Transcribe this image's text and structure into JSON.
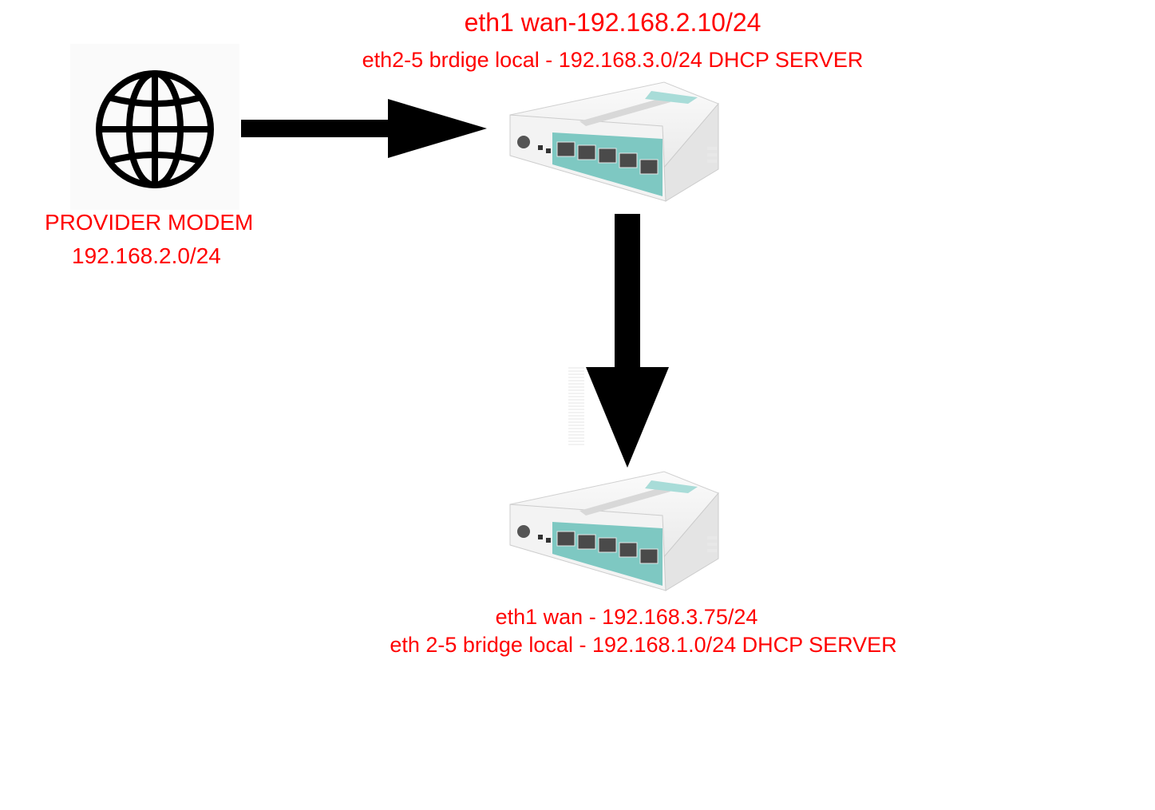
{
  "wan_router": {
    "line1": "eth1 wan-192.168.2.10/24",
    "line2": "eth2-5 brdige local - 192.168.3.0/24 DHCP SERVER"
  },
  "modem": {
    "line1": "PROVIDER MODEM",
    "line2": "192.168.2.0/24"
  },
  "lan_router": {
    "line1": "eth1 wan - 192.168.3.75/24",
    "line2": "eth 2-5 bridge local - 192.168.1.0/24 DHCP SERVER"
  },
  "colors": {
    "label": "#ff0000",
    "arrow": "#000000",
    "port_teal": "#7ec8c2"
  },
  "icons": [
    "globe-icon",
    "router-icon",
    "arrow-right",
    "arrow-down"
  ]
}
